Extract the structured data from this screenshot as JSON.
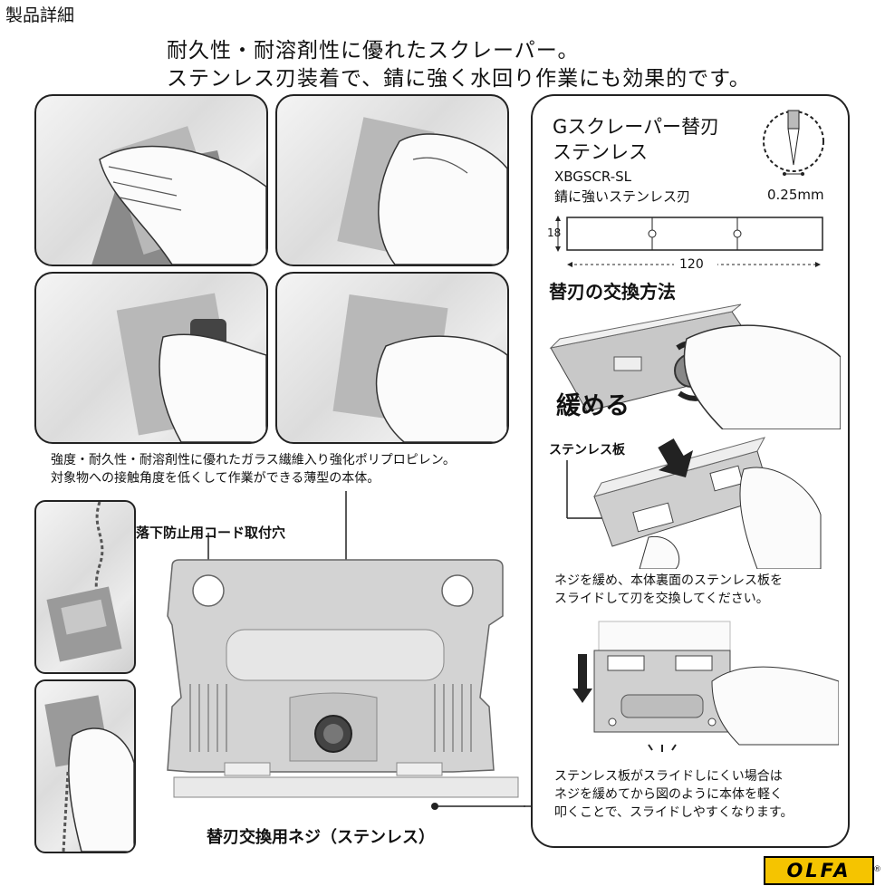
{
  "header": {
    "title": "製品詳細"
  },
  "headline": {
    "line1": "耐久性・耐溶剤性に優れたスクレーパー。",
    "line2": "ステンレス刃装着で、錆に強く水回り作業にも効果的です。"
  },
  "features": {
    "line1": "強度・耐久性・耐溶剤性に優れたガラス繊維入り強化ポリプロピレン。",
    "line2": "対象物への接触角度を低くして作業ができる薄型の本体。"
  },
  "labels": {
    "cord_hole": "落下防止用コード取付穴",
    "screw": "替刃交換用ネジ（ステンレス）"
  },
  "sidebar": {
    "title_line1": "Gスクレーパー替刃",
    "title_line2": "ステンレス",
    "code": "XBGSCR-SL",
    "note": "錆に強いステンレス刃",
    "thickness": "0.25mm",
    "height_dim": "18",
    "width_dim": "120",
    "section_title": "替刃の交換方法",
    "loosen": "緩める",
    "plate_label": "ステンレス板",
    "step1_line1": "ネジを緩め、本体裏面のステンレス板を",
    "step1_line2": "スライドして刃を交換してください。",
    "step2_line1": "ステンレス板がスライドしにくい場合は",
    "step2_line2": "ネジを緩めてから図のように本体を軽く",
    "step2_line3": "叩くことで、スライドしやすくなります。"
  },
  "brand": {
    "logo": "OLFA",
    "reg": "®"
  },
  "colors": {
    "brand_yellow": "#f5c400",
    "body_gray": "#cfcfcf",
    "accent": "#222222"
  }
}
